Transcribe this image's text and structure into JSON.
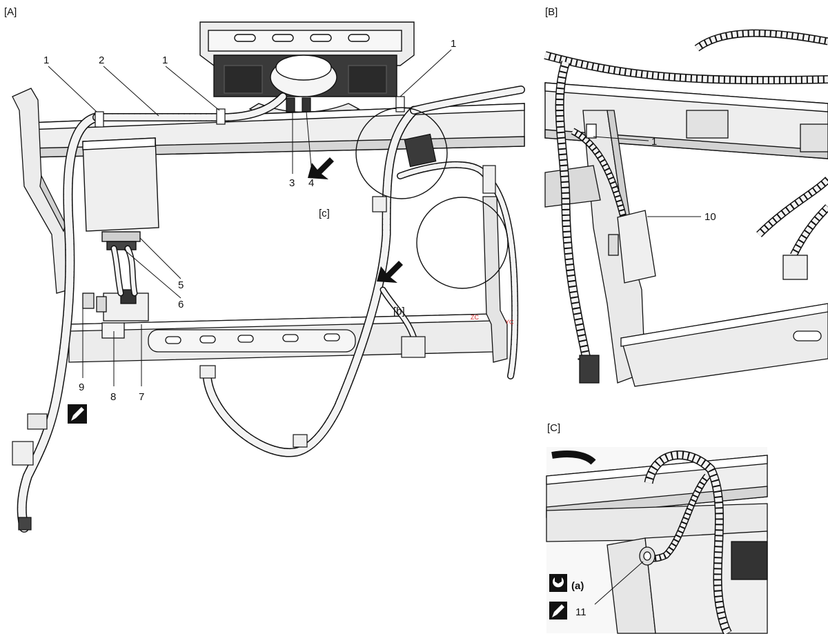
{
  "panels": {
    "a": "[A]",
    "b": "[B]",
    "c": "[C]"
  },
  "views": {
    "b": "[b]",
    "c": "[c]"
  },
  "callouts": {
    "n1": "1",
    "n2": "2",
    "n3": "3",
    "n4": "4",
    "n5": "5",
    "n6": "6",
    "n7": "7",
    "n8": "8",
    "n9": "9",
    "n10": "10",
    "n11": "11"
  },
  "symbols": {
    "torque_label": "(a)",
    "torque_icon": "wrench-icon",
    "grease_icon": "brush-icon"
  },
  "markings": {
    "zc": "ZC",
    "yc": "YC"
  },
  "colors": {
    "line": "#111111",
    "part_fill": "#f2f2f2",
    "shade": "#c8c8c8",
    "marking": "#d12a2a"
  }
}
